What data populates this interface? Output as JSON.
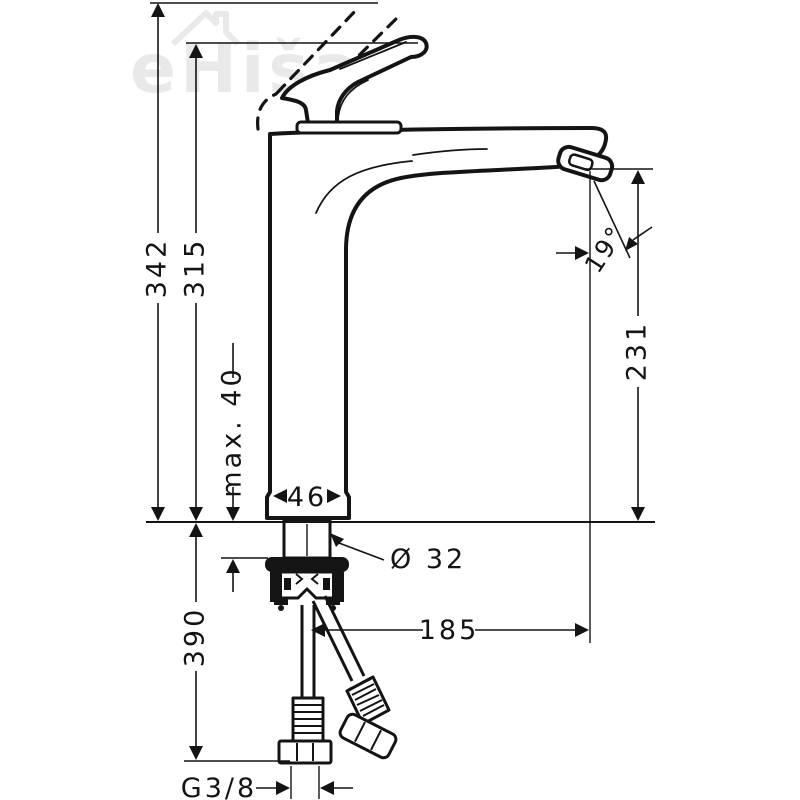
{
  "watermark": {
    "text": "eHiša",
    "icon": "house-roof-icon",
    "color": "#e9e9e9"
  },
  "drawing": {
    "type": "technical dimension drawing",
    "subject": "single-lever tall basin mixer tap, side view with mounting shank, mounting nut set and two flexible supply hoses",
    "line_color": "#141414",
    "background": "#ffffff"
  },
  "dimensions": {
    "total_height": "342",
    "lever_top_height": "315",
    "max_mounting_thickness": "max. 40",
    "base_width": "46",
    "shank_diameter": "Ø 32",
    "spout_angle": "19°",
    "outlet_height": "231",
    "spout_reach": "185",
    "hose_length": "390",
    "connection_thread": "G3/8"
  }
}
